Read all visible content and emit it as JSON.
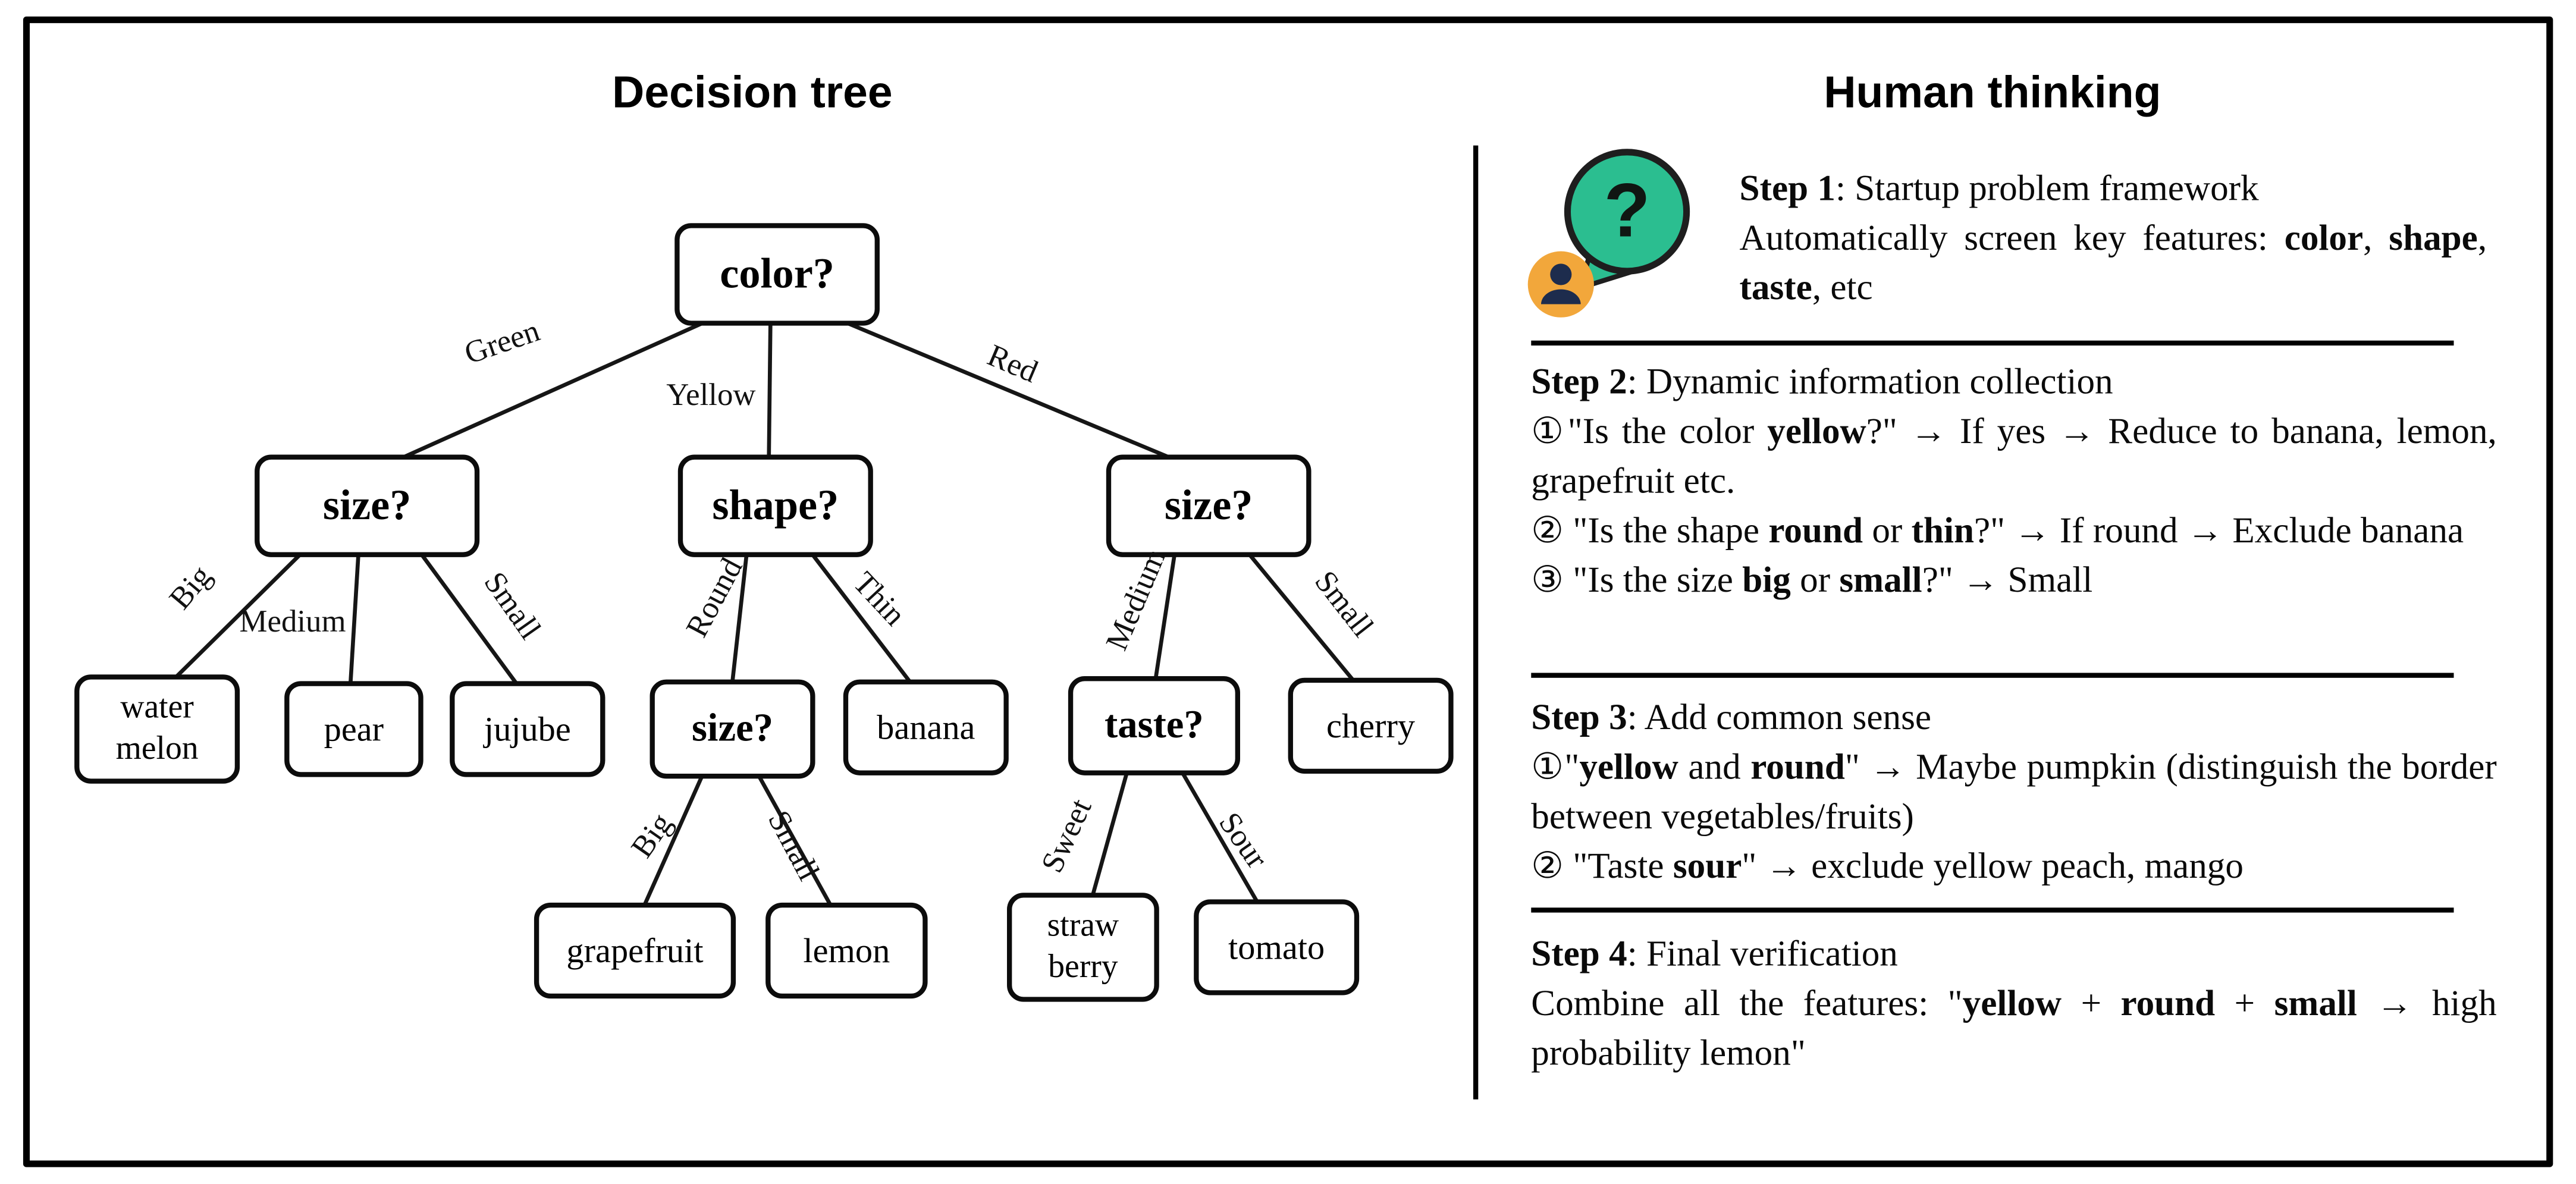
{
  "left_panel": {
    "title": "Decision tree",
    "nodes": [
      {
        "id": "color",
        "label": "color?"
      },
      {
        "id": "size-left",
        "label": "size?"
      },
      {
        "id": "shape",
        "label": "shape?"
      },
      {
        "id": "size-right",
        "label": "size?"
      },
      {
        "id": "watermelon",
        "label": "water\nmelon"
      },
      {
        "id": "pear",
        "label": "pear"
      },
      {
        "id": "jujube",
        "label": "jujube"
      },
      {
        "id": "size-mid",
        "label": "size?"
      },
      {
        "id": "banana",
        "label": "banana"
      },
      {
        "id": "taste",
        "label": "taste?"
      },
      {
        "id": "cherry",
        "label": "cherry"
      },
      {
        "id": "grapefruit",
        "label": "grapefruit"
      },
      {
        "id": "lemon",
        "label": "lemon"
      },
      {
        "id": "strawberry",
        "label": "straw\nberry"
      },
      {
        "id": "tomato",
        "label": "tomato"
      }
    ],
    "edges": [
      {
        "from": "color",
        "to": "size-left",
        "label": "Green"
      },
      {
        "from": "color",
        "to": "shape",
        "label": "Yellow"
      },
      {
        "from": "color",
        "to": "size-right",
        "label": "Red"
      },
      {
        "from": "size-left",
        "to": "watermelon",
        "label": "Big"
      },
      {
        "from": "size-left",
        "to": "pear",
        "label": "Medium"
      },
      {
        "from": "size-left",
        "to": "jujube",
        "label": "Small"
      },
      {
        "from": "shape",
        "to": "size-mid",
        "label": "Round"
      },
      {
        "from": "shape",
        "to": "banana",
        "label": "Thin"
      },
      {
        "from": "size-right",
        "to": "taste",
        "label": "Medium"
      },
      {
        "from": "size-right",
        "to": "cherry",
        "label": "Small"
      },
      {
        "from": "size-mid",
        "to": "grapefruit",
        "label": "Big"
      },
      {
        "from": "size-mid",
        "to": "lemon",
        "label": "Small"
      },
      {
        "from": "taste",
        "to": "strawberry",
        "label": "Sweet"
      },
      {
        "from": "taste",
        "to": "tomato",
        "label": "Sour"
      }
    ]
  },
  "right_panel": {
    "title": "Human thinking",
    "icon_glyph": "?",
    "icon_colors": {
      "bubble_green": "#2bbe90",
      "badge_orange": "#f2a73b",
      "person_navy": "#1d2c4d",
      "outline": "#1e1e1e"
    },
    "steps": [
      {
        "header": [
          {
            "t": "Step 1",
            "b": true
          },
          {
            "t": ": Startup problem framework"
          }
        ],
        "paragraphs": [
          [
            {
              "t": "Automatically screen key features: "
            },
            {
              "t": "color",
              "b": true
            },
            {
              "t": ", "
            },
            {
              "t": "shape",
              "b": true
            },
            {
              "t": ", "
            },
            {
              "t": "taste",
              "b": true
            },
            {
              "t": ", etc"
            }
          ]
        ]
      },
      {
        "header": [
          {
            "t": "Step 2",
            "b": true
          },
          {
            "t": ": Dynamic information collection"
          }
        ],
        "paragraphs": [
          [
            {
              "t": "①\"Is the color "
            },
            {
              "t": "yellow",
              "b": true
            },
            {
              "t": "?\" → If yes → Reduce to banana, lemon, grapefruit etc."
            }
          ],
          [
            {
              "t": "② \"Is the shape "
            },
            {
              "t": "round",
              "b": true
            },
            {
              "t": " or "
            },
            {
              "t": "thin",
              "b": true
            },
            {
              "t": "?\" → If round → Exclude banana"
            }
          ],
          [
            {
              "t": "③ \"Is the size "
            },
            {
              "t": "big",
              "b": true
            },
            {
              "t": " or "
            },
            {
              "t": "small",
              "b": true
            },
            {
              "t": "?\" → Small"
            }
          ]
        ]
      },
      {
        "header": [
          {
            "t": "Step 3",
            "b": true
          },
          {
            "t": ": Add common sense"
          }
        ],
        "paragraphs": [
          [
            {
              "t": "①\""
            },
            {
              "t": "yellow",
              "b": true
            },
            {
              "t": " and "
            },
            {
              "t": "round",
              "b": true
            },
            {
              "t": "\" → Maybe pumpkin (distinguish the border between vegetables/fruits)"
            }
          ],
          [
            {
              "t": "② \"Taste "
            },
            {
              "t": "sour",
              "b": true
            },
            {
              "t": "\" → exclude yellow peach, mango"
            }
          ]
        ]
      },
      {
        "header": [
          {
            "t": "Step 4",
            "b": true
          },
          {
            "t": ": Final verification"
          }
        ],
        "paragraphs": [
          [
            {
              "t": "Combine all the features: \""
            },
            {
              "t": "yellow",
              "b": true
            },
            {
              "t": " + "
            },
            {
              "t": "round",
              "b": true
            },
            {
              "t": " + "
            },
            {
              "t": "small",
              "b": true
            },
            {
              "t": " → high probability lemon\""
            }
          ]
        ]
      }
    ]
  }
}
